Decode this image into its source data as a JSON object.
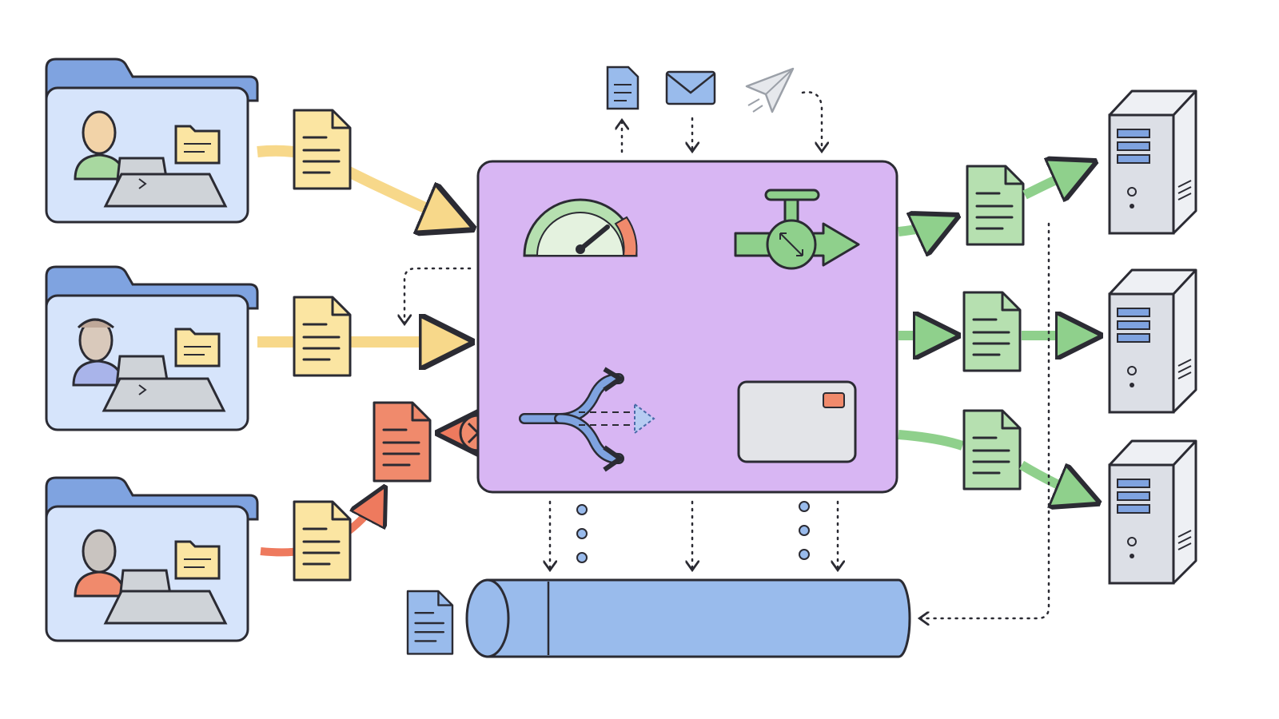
{
  "diagram": {
    "producers": [
      {
        "id": "producer-1",
        "avatar_color": "#f2d3a8",
        "shirt_color": "#a8d8a0"
      },
      {
        "id": "producer-2",
        "avatar_color": "#d9c9bb",
        "shirt_color": "#a9b4ea"
      },
      {
        "id": "producer-3",
        "avatar_color": "#c9c4c0",
        "shirt_color": "#f08a6c"
      }
    ],
    "consumers": [
      {
        "id": "consumer-1"
      },
      {
        "id": "consumer-2"
      },
      {
        "id": "consumer-3"
      }
    ],
    "hub": {
      "components": [
        "gauge-icon",
        "valve-icon",
        "router-split-icon",
        "card-panel"
      ]
    },
    "top_icons": [
      "document-icon",
      "envelope-icon",
      "paper-plane-icon"
    ],
    "storage": {
      "shape": "cylinder"
    },
    "colors": {
      "folder": "#7fa3e0",
      "folder_body": "#d6e4fb",
      "message_yellow": "#fbe5a2",
      "message_green": "#b6e0b0",
      "message_red": "#f08a6c",
      "hub": "#d8b6f3",
      "storage": "#99bbec",
      "server": "#dcdfe6",
      "arrow_yellow": "#f7d88a",
      "arrow_green": "#8fd08c",
      "arrow_red": "#ee7a5e",
      "outline": "#2b2b33"
    }
  }
}
